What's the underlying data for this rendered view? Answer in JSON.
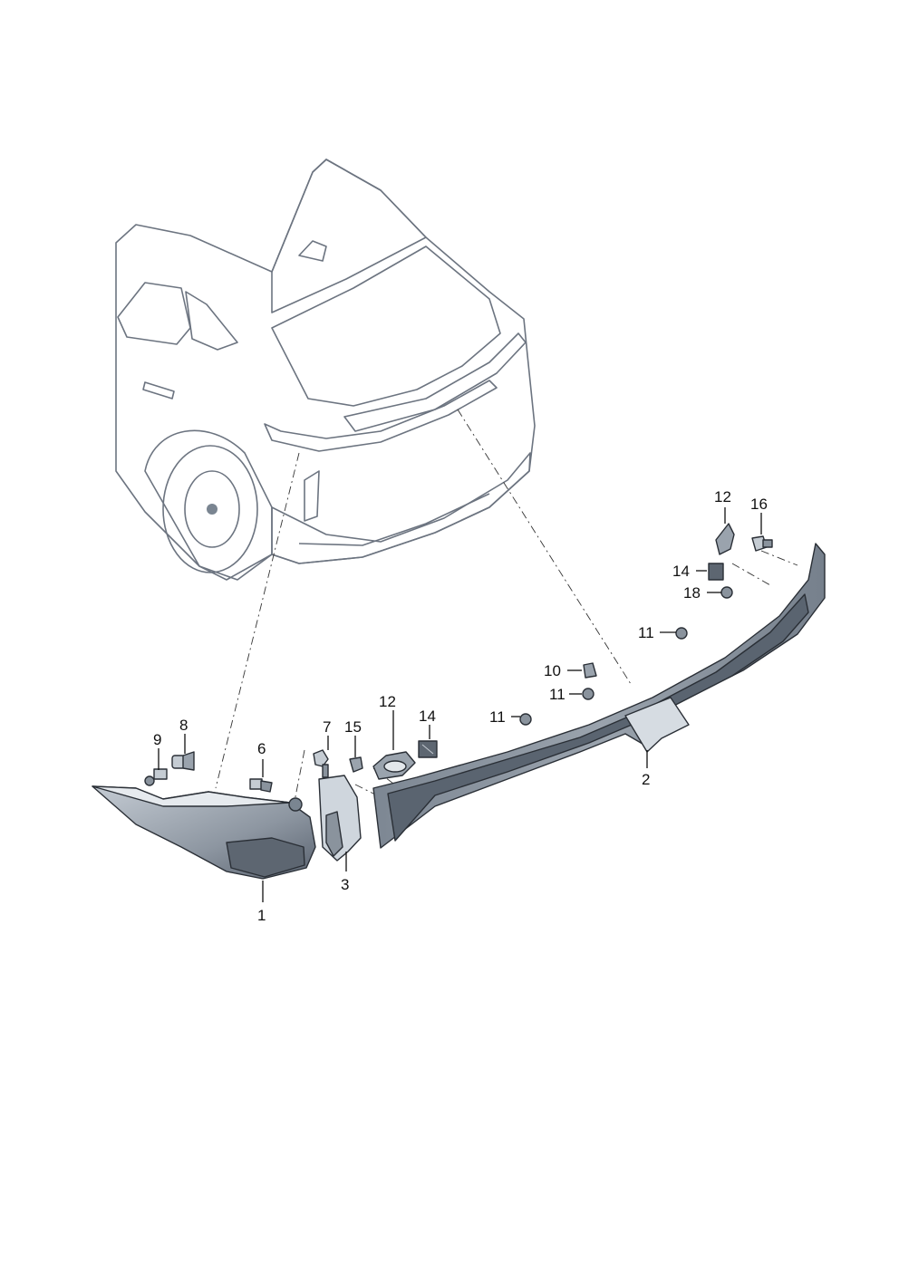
{
  "colors": {
    "body_light": "#eef1f4",
    "body_mid": "#cdd3da",
    "body_dark": "#9aa3ad",
    "glass": "#6f7b88",
    "lamp_dark": "#4d5662",
    "lamp_lens": "#8b949e",
    "part_light": "#dfe4ea",
    "line": "#111111"
  },
  "callouts": [
    {
      "id": "c1",
      "label": "1"
    },
    {
      "id": "c2",
      "label": "2"
    },
    {
      "id": "c3",
      "label": "3"
    },
    {
      "id": "c6",
      "label": "6"
    },
    {
      "id": "c7",
      "label": "7"
    },
    {
      "id": "c8",
      "label": "8"
    },
    {
      "id": "c9",
      "label": "9"
    },
    {
      "id": "c10",
      "label": "10"
    },
    {
      "id": "c11a",
      "label": "11"
    },
    {
      "id": "c11b",
      "label": "11"
    },
    {
      "id": "c11c",
      "label": "11"
    },
    {
      "id": "c12a",
      "label": "12"
    },
    {
      "id": "c12b",
      "label": "12"
    },
    {
      "id": "c14a",
      "label": "14"
    },
    {
      "id": "c14b",
      "label": "14"
    },
    {
      "id": "c15",
      "label": "15"
    },
    {
      "id": "c16",
      "label": "16"
    },
    {
      "id": "c18",
      "label": "18"
    }
  ]
}
